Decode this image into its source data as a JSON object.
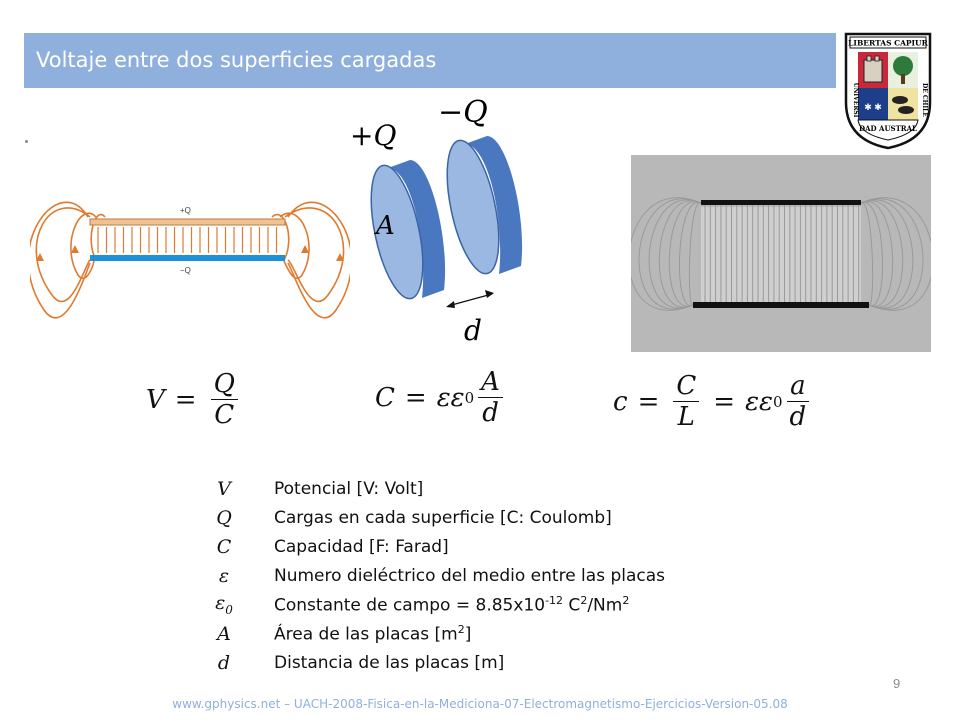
{
  "header": {
    "title": "Voltaje entre dos superficies cargadas"
  },
  "seal": {
    "top_text": "LIBERTAS CAPIUR",
    "left_text": "UNIVERSI",
    "bottom_text": "DAD AUSTRAL",
    "right_text": "DE CHILE"
  },
  "field_diagram": {
    "plus_label": "+Q",
    "minus_label": "−Q"
  },
  "capacitor_diagram": {
    "plus_label": "+Q",
    "minus_label": "−Q",
    "area_label": "A",
    "distance_label": "d"
  },
  "equations": {
    "voltage": {
      "lhs": "V",
      "num": "Q",
      "den": "C"
    },
    "capacitance": {
      "lhs": "C",
      "factor": "εε",
      "sub": "0",
      "num": "A",
      "den": "d"
    },
    "per_length": {
      "lhs": "c",
      "num1": "C",
      "den1": "L",
      "factor": "εε",
      "sub": "0",
      "num2": "a",
      "den2": "d"
    }
  },
  "legend": [
    {
      "symbol": "V",
      "desc": "Potencial [V: Volt]"
    },
    {
      "symbol": "Q",
      "desc": "Cargas en cada superficie [C: Coulomb]"
    },
    {
      "symbol": "C",
      "desc": "Capacidad [F: Farad]"
    },
    {
      "symbol": "ε",
      "desc": "Numero dieléctrico del medio entre las placas"
    },
    {
      "symbol": "ε",
      "symbol_sub": "0",
      "desc_pre": "Constante de campo = 8.85x10",
      "desc_exp": "-12",
      "desc_mid": " C",
      "desc_exp2": "2",
      "desc_post": "/Nm",
      "desc_exp3": "2"
    },
    {
      "symbol": "A",
      "desc_pre": "Área de las placas [m",
      "desc_exp": "2",
      "desc_post": "]"
    },
    {
      "symbol": "d",
      "desc": "Distancia de las placas [m]"
    }
  ],
  "page_number": "9",
  "footer": "www.gphysics.net – UACH-2008-Fisica-en-la-Mediciona-07-Electromagnetismo-Ejercicios-Version-05.08",
  "colors": {
    "title_bar": "#8fb0dd",
    "field_line": "#e07a2e",
    "plate_blue": "#4a78c0",
    "plate_light": "#9ab8e2"
  }
}
